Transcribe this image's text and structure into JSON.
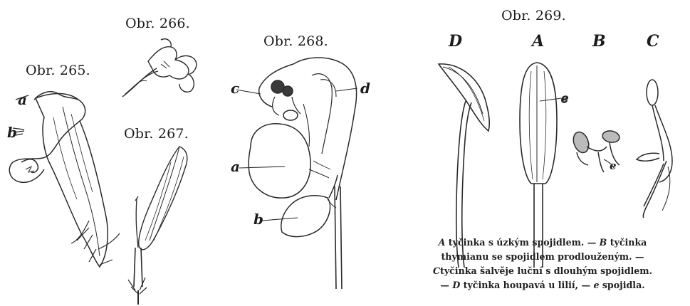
{
  "figures": {
    "fig265": {
      "title": "Obr. 265.",
      "labels": {
        "a": "a",
        "b": "b"
      }
    },
    "fig266": {
      "title": "Obr. 266."
    },
    "fig267": {
      "title": "Obr. 267."
    },
    "fig268": {
      "title": "Obr. 268.",
      "labels": {
        "c": "c",
        "d": "d",
        "a": "a",
        "b": "b"
      }
    },
    "fig269": {
      "title": "Obr. 269.",
      "panel_labels": [
        "D",
        "A",
        "B",
        "C"
      ],
      "marker": "e"
    }
  },
  "caption": {
    "line1a": "A",
    "line1b": " tyčinka s úzkým spojidlem. — ",
    "line1c": "B",
    "line1d": " tyčinka",
    "line2": "thymianu se spojidlem prodlouženým. —",
    "line3a": "C",
    "line3b": "tyčinka šalvěje luční s dlouhým spojidlem.",
    "line4a": "— ",
    "line4b": "D",
    "line4c": " tyčinka  houpavá u lilií,  — ",
    "line4d": "e",
    "line4e": " spojidla."
  }
}
